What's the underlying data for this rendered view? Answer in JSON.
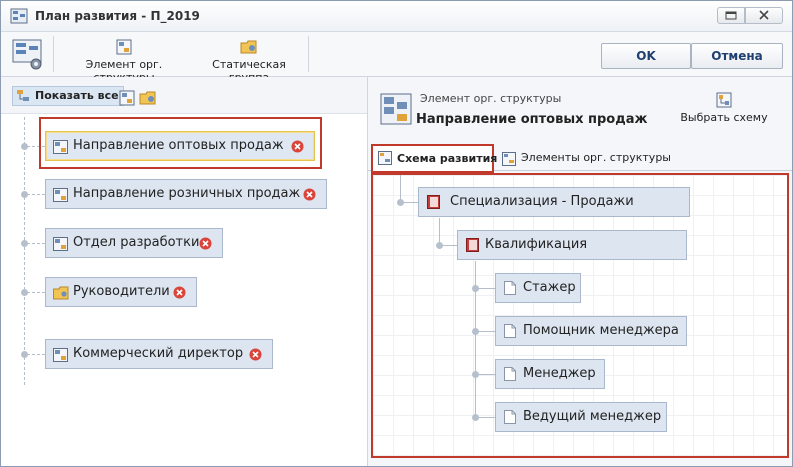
{
  "window": {
    "title": "План развития - П_2019"
  },
  "toolbar": {
    "org_element_label": "Элемент орг. структуры",
    "static_group_label": "Статическая группа",
    "ok_label": "OK",
    "cancel_label": "Отмена"
  },
  "left_pane": {
    "show_all_label": "Показать все",
    "nodes": [
      {
        "label": "Направление оптовых продаж",
        "icon": "org-unit-icon",
        "selected": true
      },
      {
        "label": "Направление розничных продаж",
        "icon": "org-unit-icon",
        "selected": false
      },
      {
        "label": "Отдел разработки",
        "icon": "org-unit-icon",
        "selected": false
      },
      {
        "label": "Руководители",
        "icon": "folder-group-icon",
        "selected": false
      },
      {
        "label": "Коммерческий директор",
        "icon": "org-unit-icon",
        "selected": false
      }
    ]
  },
  "right_pane": {
    "caption": "Элемент орг. структуры",
    "name": "Направление оптовых продаж",
    "choose_scheme_label": "Выбрать схему",
    "tabs": [
      {
        "label": "Схема развития",
        "active": true
      },
      {
        "label": "Элементы орг. структуры",
        "active": false
      }
    ],
    "scheme": {
      "specialization": "Специализация - Продажи",
      "qualification": "Квалификация",
      "positions": [
        "Стажер",
        "Помощник менеджера",
        "Менеджер",
        "Ведущий менеджер"
      ]
    }
  },
  "colors": {
    "highlight_red": "#c0392b",
    "node_fill": "#dde5f0",
    "accent_blue": "#1f3f6e"
  }
}
